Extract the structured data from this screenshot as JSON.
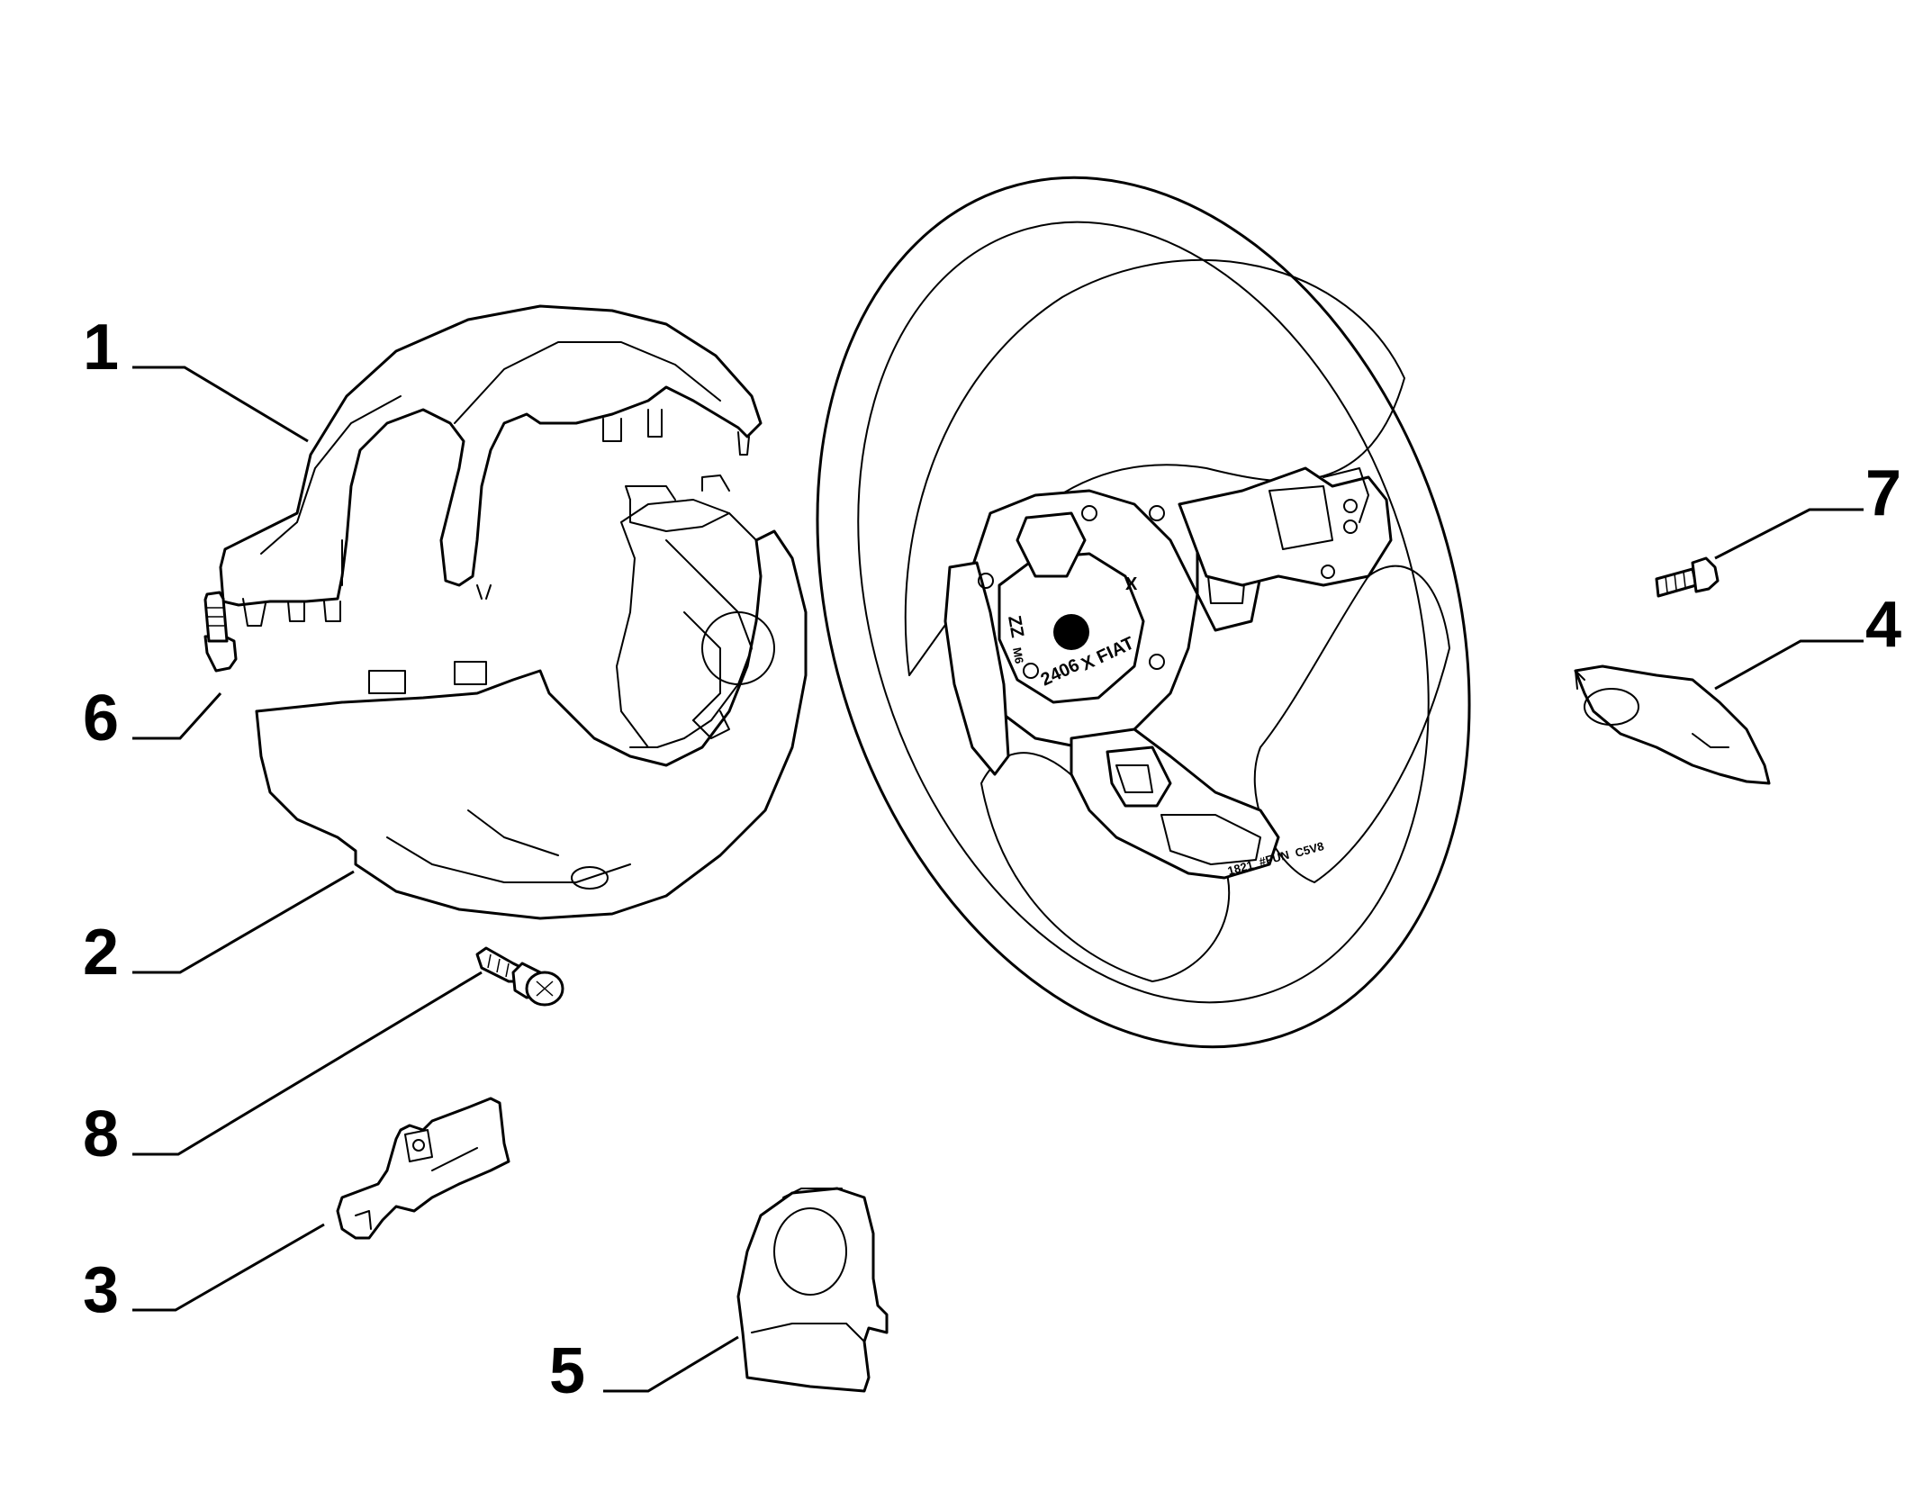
{
  "callouts": [
    {
      "id": "1",
      "label": "1"
    },
    {
      "id": "2",
      "label": "2"
    },
    {
      "id": "3",
      "label": "3"
    },
    {
      "id": "4",
      "label": "4"
    },
    {
      "id": "5",
      "label": "5"
    },
    {
      "id": "6",
      "label": "6"
    },
    {
      "id": "7",
      "label": "7"
    },
    {
      "id": "8",
      "label": "8"
    }
  ],
  "hub_markings": {
    "brand": "X FIAT",
    "code": "2406",
    "zz": "ZZ",
    "x_mark": "X",
    "m": "M6"
  },
  "spoke_markings": {
    "a": "1821",
    "b": "#FUN",
    "c": "C5V8"
  },
  "colors": {
    "line": "#000000",
    "background": "#ffffff"
  }
}
